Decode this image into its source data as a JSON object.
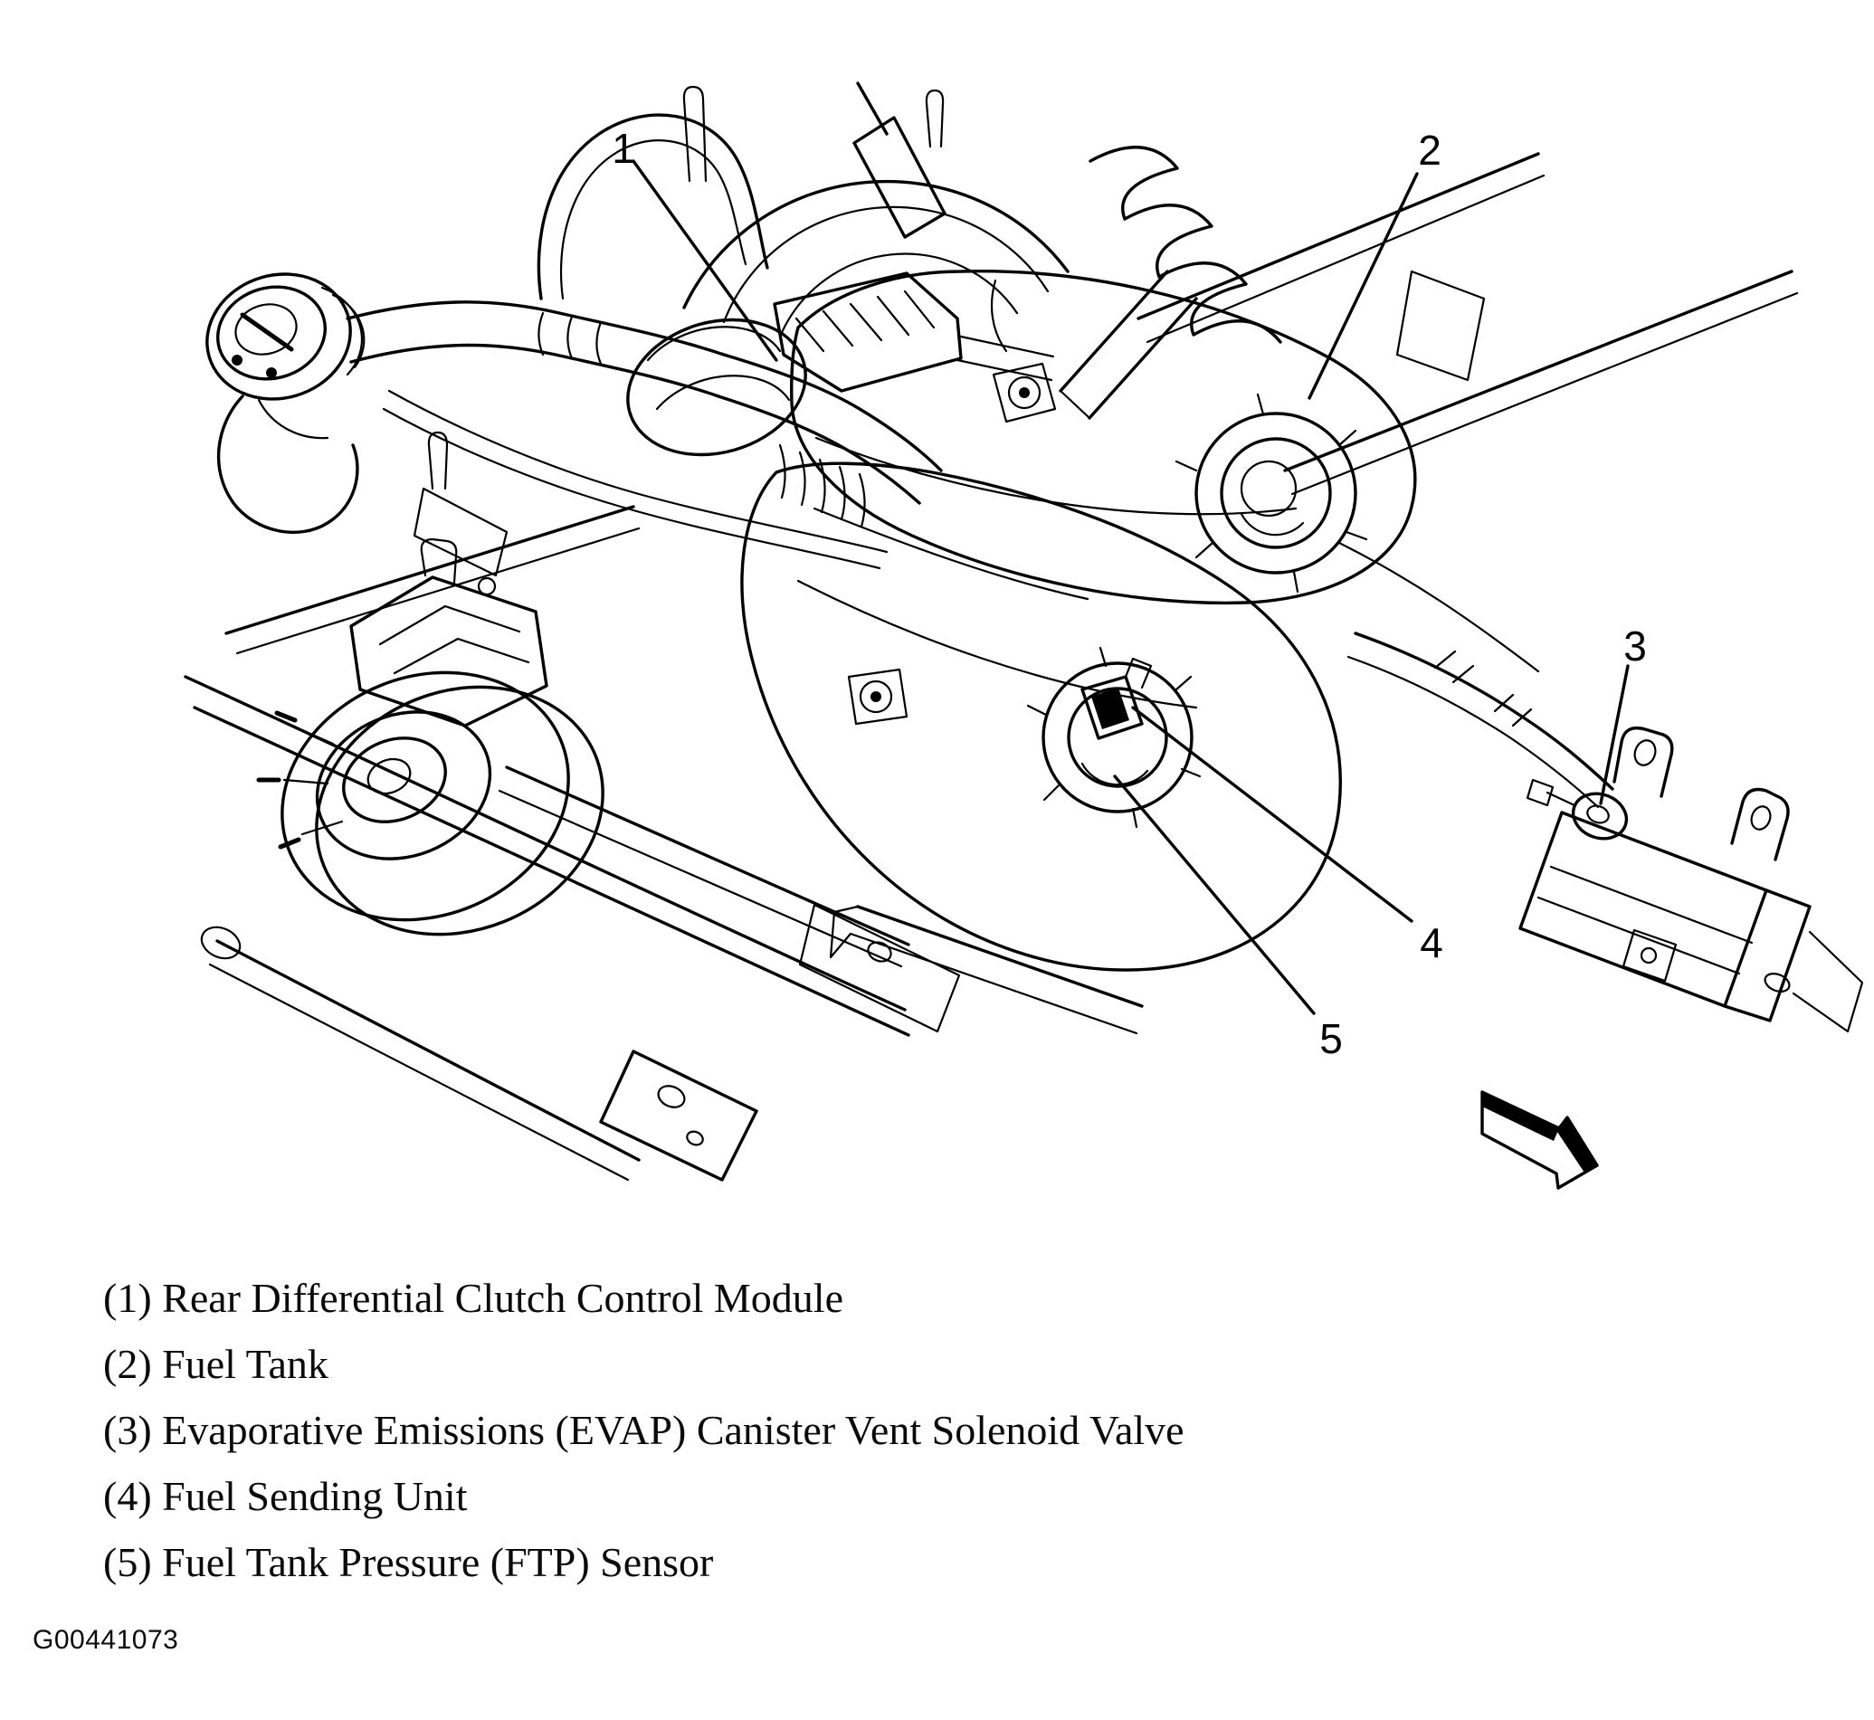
{
  "figure_id": "G00441073",
  "colors": {
    "ink": "#000000",
    "background": "#ffffff"
  },
  "callouts": [
    {
      "number": "1",
      "target": "Rear Differential Clutch Control Module"
    },
    {
      "number": "2",
      "target": "Fuel Tank"
    },
    {
      "number": "3",
      "target": "Evaporative Emissions (EVAP) Canister Vent Solenoid Valve"
    },
    {
      "number": "4",
      "target": "Fuel Sending Unit"
    },
    {
      "number": "5",
      "target": "Fuel Tank Pressure (FTP) Sensor"
    }
  ],
  "legend": {
    "items": [
      "(1) Rear Differential Clutch Control Module",
      "(2) Fuel Tank",
      "(3) Evaporative Emissions (EVAP) Canister Vent Solenoid Valve",
      "(4) Fuel Sending Unit",
      "(5) Fuel Tank Pressure (FTP) Sensor"
    ]
  }
}
